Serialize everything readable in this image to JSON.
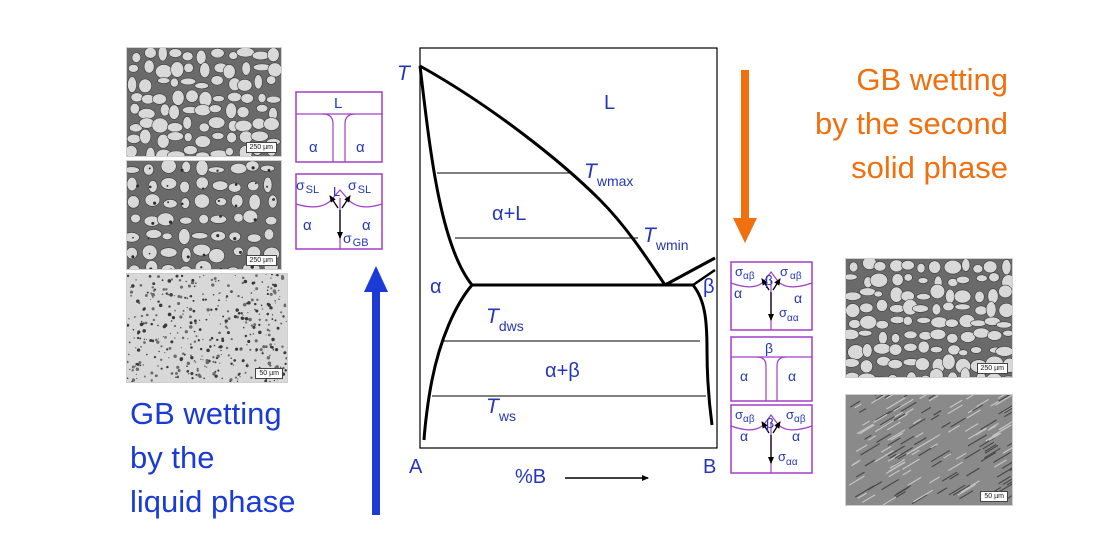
{
  "colors": {
    "blue": "#1a3bd6",
    "orange": "#f0700f",
    "label_blue": "#2637b8",
    "schematic_border": "#a23dc9",
    "curve": "#000000"
  },
  "left_caption": {
    "line1": "GB wetting",
    "line2": "by the",
    "line3": "liquid phase"
  },
  "right_caption": {
    "line1": "GB wetting",
    "line2": "by the second",
    "line3": "solid phase"
  },
  "micrographs": {
    "left": [
      {
        "scale": "250 µm"
      },
      {
        "scale": "250 µm"
      },
      {
        "scale": "50 µm"
      }
    ],
    "right": [
      {
        "scale": "250 µm"
      },
      {
        "scale": "50 µm"
      }
    ]
  },
  "phase_diagram": {
    "axis_T": "T",
    "label_A": "A",
    "label_B": "B",
    "axis_composition": "%B",
    "region_L": "L",
    "region_alpha_L": "α+L",
    "region_alpha": "α",
    "region_beta": "β",
    "region_alpha_beta": "α+β",
    "T_wmax": {
      "main": "T",
      "sub": "wmax"
    },
    "T_wmin": {
      "main": "T",
      "sub": "wmin"
    },
    "T_dws": {
      "main": "T",
      "sub": "dws"
    },
    "T_ws": {
      "main": "T",
      "sub": "ws"
    }
  },
  "schematics": {
    "liquid_wet": {
      "top": "L",
      "left": "α",
      "right": "α"
    },
    "liquid_partial": {
      "sigma": "σ",
      "sl": "SL",
      "gb": "GB",
      "center": "L",
      "left": "α",
      "right": "α"
    },
    "solid_partial_top": {
      "sigma": "σ",
      "ab": "αβ",
      "aa": "αα",
      "center": "β",
      "left": "α",
      "right": "α"
    },
    "solid_wet": {
      "top": "β",
      "left": "α",
      "right": "α"
    },
    "solid_partial_bottom": {
      "sigma": "σ",
      "ab": "αβ",
      "aa": "αα",
      "center": "β",
      "left": "α",
      "right": "α"
    }
  }
}
